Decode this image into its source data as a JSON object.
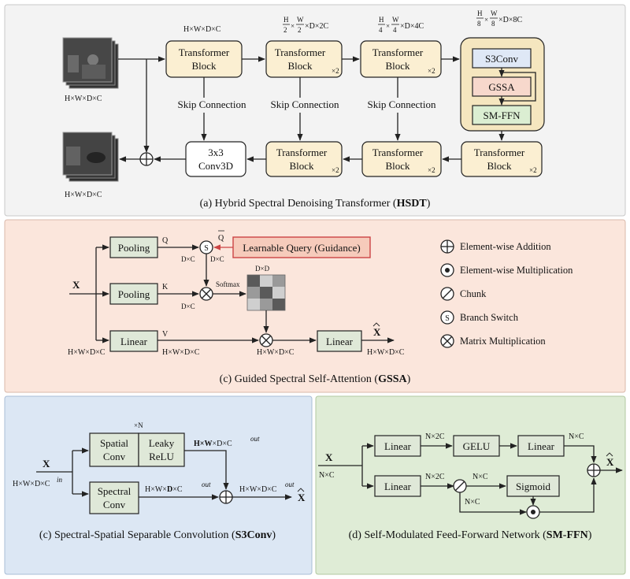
{
  "hsdt": {
    "input_dims": "H×W×D×C",
    "output_dims": "H×W×D×C",
    "stage1_dims": "H×W×D×C",
    "stage2_dims": "×D×2C",
    "stage3_dims": "×D×4C",
    "stage4_dims": "×D×8C",
    "frac_h": "H",
    "frac_w": "W",
    "frac_2": "2",
    "frac_4": "4",
    "frac_8": "8",
    "times": "×",
    "transformer_l1": "Transformer",
    "transformer_l2": "Block",
    "repeat_x2": "×2",
    "skip_connection": "Skip Connection",
    "conv_l1": "3x3",
    "conv_l2": "Conv3D",
    "s3conv": "S3Conv",
    "gssa": "GSSA",
    "smffn": "SM-FFN",
    "caption_prefix": "(a) Hybrid Spectral Denoising Transformer (",
    "caption_bold": "HSDT",
    "caption_suffix": ")"
  },
  "gssa": {
    "x": "X",
    "pooling": "Pooling",
    "linear": "Linear",
    "q": "Q",
    "qbar": "Q",
    "k": "K",
    "v": "V",
    "s": "S",
    "dxc": "D×C",
    "dxd": "D×D",
    "softmax": "Softmax",
    "hwdc": "H×W×D×C",
    "xhat": "X",
    "learnable_query": "Learnable Query (Guidance)",
    "caption_prefix": "(c) Guided Spectral Self-Attention (",
    "caption_bold": "GSSA",
    "caption_suffix": ")"
  },
  "legend": {
    "items": [
      {
        "icon": "plus-circle-icon",
        "label": "Element-wise Addition"
      },
      {
        "icon": "dot-circle-icon",
        "label": "Element-wise Multiplication"
      },
      {
        "icon": "slash-circle-icon",
        "label": "Chunk"
      },
      {
        "icon": "s-circle-icon",
        "label": "Branch Switch",
        "symbol": "S"
      },
      {
        "icon": "times-circle-icon",
        "label": "Matrix Multiplication"
      }
    ]
  },
  "s3conv": {
    "x": "X",
    "times_n": "×N",
    "spatial_l1": "Spatial",
    "spatial_l2": "Conv",
    "leaky_l1": "Leaky",
    "leaky_l2": "ReLU",
    "spectral_l1": "Spectral",
    "spectral_l2": "Conv",
    "in_dims": "H×W×D×C",
    "in_sup": "in",
    "hw_bold": "H×W",
    "dc_out": "×D×C",
    "out_sup": "out",
    "hw": "H×W×",
    "d_bold": "D",
    "c_out": "×C",
    "final_dims": "H×W×D×C",
    "xhat": "X",
    "caption_prefix": "(c) Spectral-Spatial Separable Convolution (",
    "caption_bold": "S3Conv",
    "caption_suffix": ")"
  },
  "smffn": {
    "x": "X",
    "nxc": "N×C",
    "nx2c": "N×2C",
    "linear": "Linear",
    "gelu": "GELU",
    "sigmoid": "Sigmoid",
    "xhat": "X",
    "caption_prefix": "(d) Self-Modulated Feed-Forward Network (",
    "caption_bold": "SM-FFN",
    "caption_suffix": ")"
  }
}
